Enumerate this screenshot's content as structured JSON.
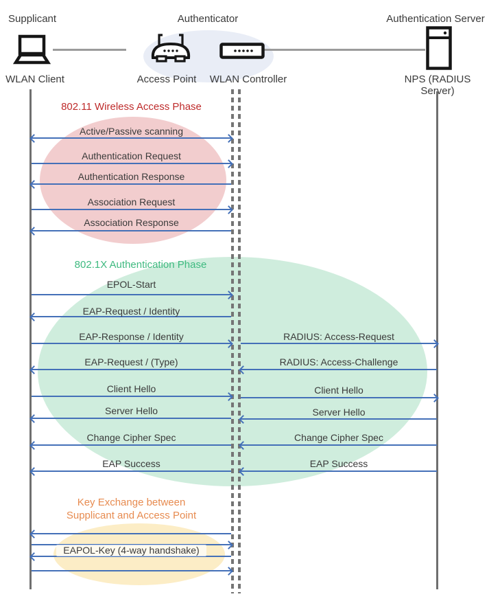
{
  "header": {
    "roles": [
      {
        "label": "Supplicant"
      },
      {
        "label": "Authenticator"
      },
      {
        "label": "Authentication Server"
      }
    ],
    "nodes": [
      {
        "label": "WLAN Client",
        "icon": "laptop-icon"
      },
      {
        "label": "Access Point",
        "icon": "access-point-icon"
      },
      {
        "label": "WLAN Controller",
        "icon": "wlan-controller-icon"
      },
      {
        "label": "NPS (RADIUS Server)",
        "icon": "server-icon"
      }
    ]
  },
  "phases": {
    "wireless": {
      "title": "802.11 Wireless Access Phase",
      "title_color": "#be2b2b",
      "ellipse_color": "#f2cdce"
    },
    "dot1x": {
      "title": "802.1X Authentication Phase",
      "title_color": "#3fba80",
      "ellipse_color": "#cfeddd"
    },
    "key_exchange": {
      "title_line1": "Key Exchange between",
      "title_line2": "Supplicant and Access Point",
      "title_color": "#e78b50",
      "ellipse_color": "#fcedc6"
    }
  },
  "messages": {
    "left": [
      {
        "label": "Active/Passive scanning",
        "dir": "both"
      },
      {
        "label": "Authentication Request",
        "dir": "right"
      },
      {
        "label": "Authentication Response",
        "dir": "left"
      },
      {
        "label": "Association Request",
        "dir": "right"
      },
      {
        "label": "Association Response",
        "dir": "left"
      },
      {
        "label": "EPOL-Start",
        "dir": "right"
      },
      {
        "label": "EAP-Request / Identity",
        "dir": "left"
      },
      {
        "label": "EAP-Response / Identity",
        "dir": "right"
      },
      {
        "label": "EAP-Request / (Type)",
        "dir": "left"
      },
      {
        "label": "Client Hello",
        "dir": "right"
      },
      {
        "label": "Server Hello",
        "dir": "left"
      },
      {
        "label": "Change Cipher Spec",
        "dir": "left"
      },
      {
        "label": "EAP Success",
        "dir": "left"
      }
    ],
    "right": [
      {
        "label": "RADIUS: Access-Request",
        "dir": "right"
      },
      {
        "label": "RADIUS: Access-Challenge",
        "dir": "left"
      },
      {
        "label": "Client Hello",
        "dir": "right"
      },
      {
        "label": "Server Hello",
        "dir": "left"
      },
      {
        "label": "Change Cipher Spec",
        "dir": "left"
      },
      {
        "label": "EAP Success",
        "dir": "left"
      }
    ],
    "key_exchange": {
      "label": "EAPOL-Key (4-way handshake)",
      "arrow_dirs": [
        "left",
        "right",
        "left",
        "right"
      ]
    }
  },
  "colors": {
    "arrow": "#4470b8",
    "lifeline": "#6f6f6f",
    "dashed_line": "#757575",
    "connector": "#9b9b9b",
    "text": "#3a3a3a",
    "authenticator_ellipse": "#e9edf6"
  }
}
